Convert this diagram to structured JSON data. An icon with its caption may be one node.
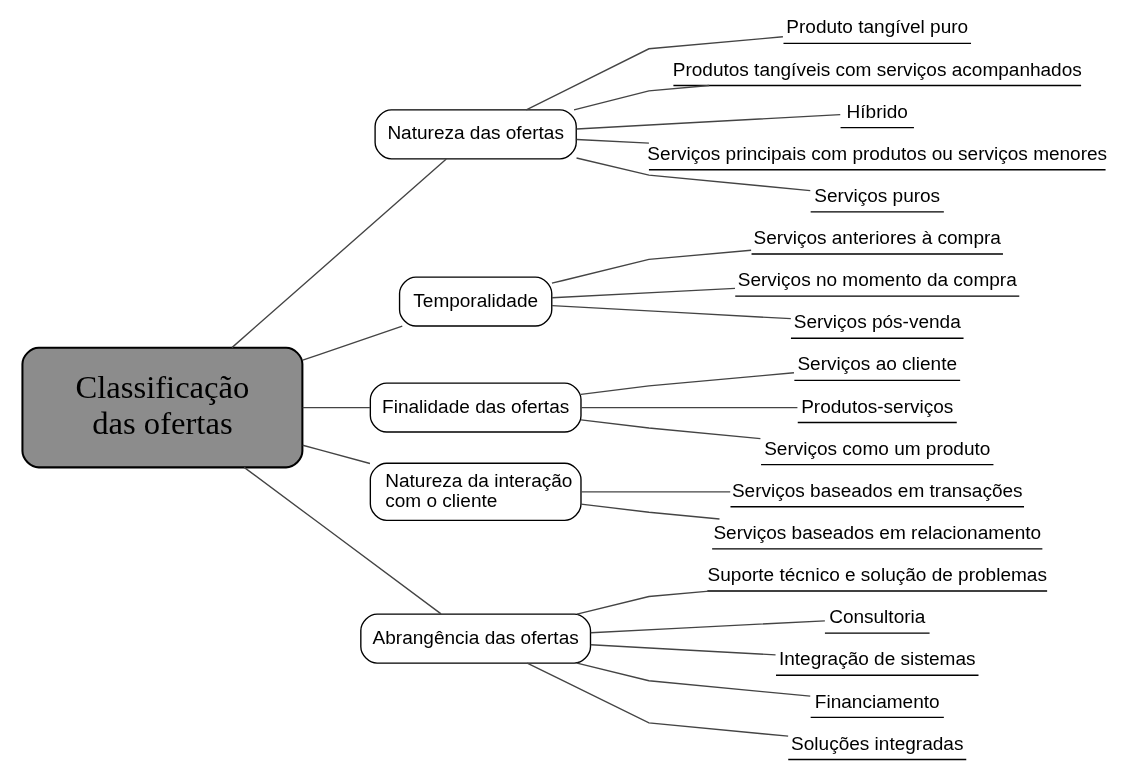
{
  "diagram": {
    "nodes": [
      {
        "text": [
          "Classificação das ofertas"
        ]
      },
      {
        "text": [
          "Natureza das ofertas"
        ]
      },
      {
        "text": [
          "Produto tangível puro"
        ]
      },
      {
        "text": [
          "Produtos tangíveis com serviços acompanhados"
        ]
      },
      {
        "text": [
          "Híbrido"
        ]
      },
      {
        "text": [
          "Serviços principais com produtos ou serviços menores"
        ]
      },
      {
        "text": [
          "Serviços puros"
        ]
      },
      {
        "text": [
          "Temporalidade"
        ]
      },
      {
        "text": [
          "Serviços anteriores à compra"
        ]
      },
      {
        "text": [
          "Serviços no momento da compra"
        ]
      },
      {
        "text": [
          "Serviços pós-venda"
        ]
      },
      {
        "text": [
          "Finalidade das ofertas"
        ]
      },
      {
        "text": [
          "Serviços ao cliente"
        ]
      },
      {
        "text": [
          "Produtos-serviços"
        ]
      },
      {
        "text": [
          "Serviços como um produto"
        ]
      },
      {
        "text": [
          "Natureza da interação com o cliente"
        ]
      },
      {
        "text": [
          "Serviços baseados em transações"
        ]
      },
      {
        "text": [
          "Serviços baseados em relacionamento"
        ]
      },
      {
        "text": [
          "Abrangência das ofertas"
        ]
      },
      {
        "text": [
          "Suporte técnico e solução de problemas"
        ]
      },
      {
        "text": [
          "Consultoria"
        ]
      },
      {
        "text": [
          "Integração de sistemas"
        ]
      },
      {
        "text": [
          "Financiamento"
        ]
      },
      {
        "text": [
          "Soluções integradas"
        ]
      }
    ],
    "edges": [
      {
        "from": 0,
        "to": 1,
        "arrow": "none"
      },
      {
        "from": 1,
        "to": 2,
        "arrow": "none"
      },
      {
        "from": 1,
        "to": 3,
        "arrow": "none"
      },
      {
        "from": 1,
        "to": 4,
        "arrow": "none"
      },
      {
        "from": 1,
        "to": 5,
        "arrow": "none"
      },
      {
        "from": 1,
        "to": 6,
        "arrow": "none"
      },
      {
        "from": 0,
        "to": 7,
        "arrow": "none"
      },
      {
        "from": 7,
        "to": 8,
        "arrow": "none"
      },
      {
        "from": 7,
        "to": 9,
        "arrow": "none"
      },
      {
        "from": 7,
        "to": 10,
        "arrow": "none"
      },
      {
        "from": 0,
        "to": 11,
        "arrow": "none"
      },
      {
        "from": 11,
        "to": 12,
        "arrow": "none"
      },
      {
        "from": 11,
        "to": 13,
        "arrow": "none"
      },
      {
        "from": 11,
        "to": 14,
        "arrow": "none"
      },
      {
        "from": 0,
        "to": 15,
        "arrow": "none"
      },
      {
        "from": 15,
        "to": 16,
        "arrow": "none"
      },
      {
        "from": 15,
        "to": 17,
        "arrow": "none"
      },
      {
        "from": 0,
        "to": 18,
        "arrow": "none"
      },
      {
        "from": 18,
        "to": 19,
        "arrow": "none"
      },
      {
        "from": 18,
        "to": 20,
        "arrow": "none"
      },
      {
        "from": 18,
        "to": 21,
        "arrow": "none"
      },
      {
        "from": 18,
        "to": 22,
        "arrow": "none"
      },
      {
        "from": 18,
        "to": 23,
        "arrow": "none"
      }
    ]
  }
}
